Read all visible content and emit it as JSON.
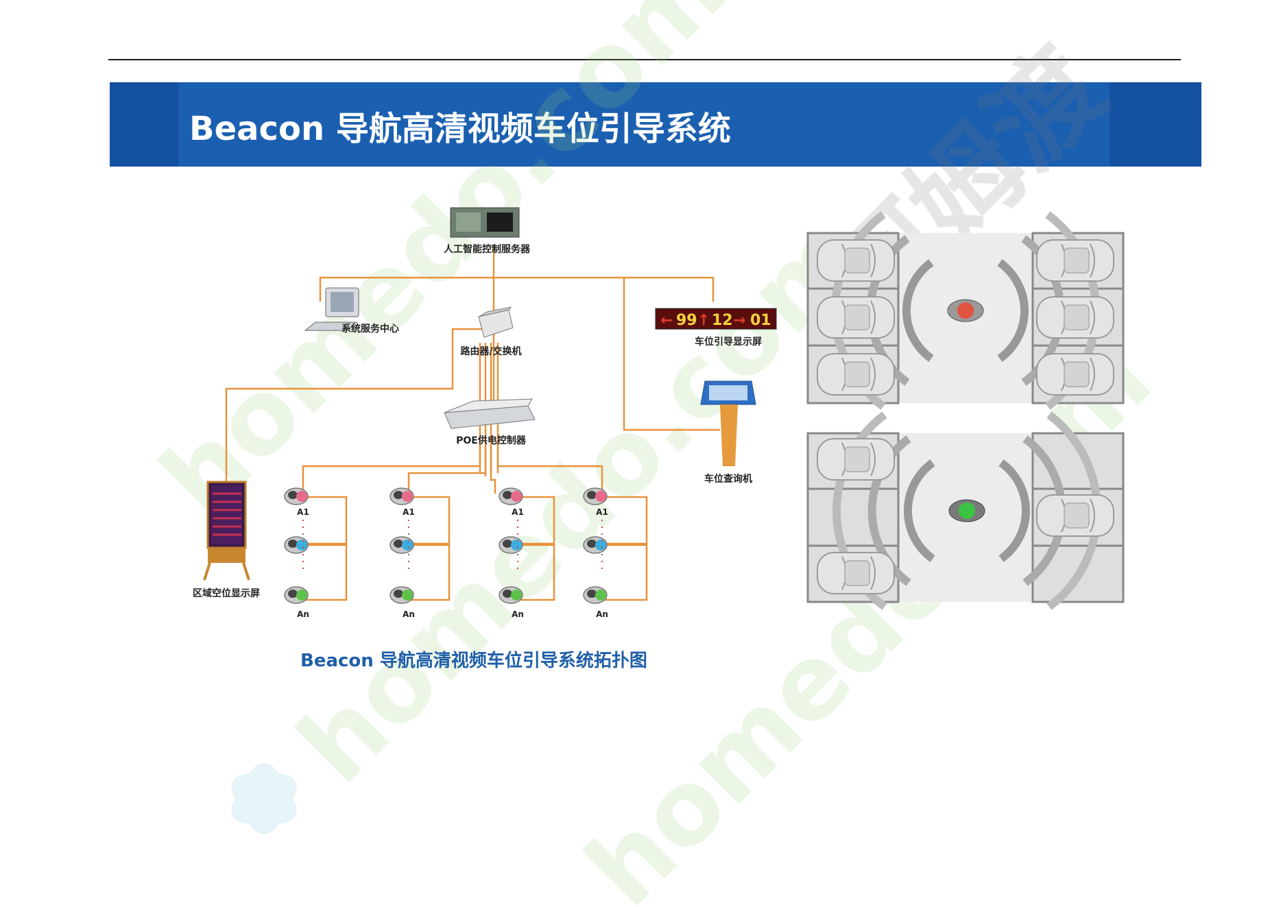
{
  "header": {
    "title": "Beacon 导航高清视频车位引导系统"
  },
  "diagram": {
    "caption": "Beacon 导航高清视频车位引导系统拓扑图",
    "nodes": {
      "ai_server": "人工智能控制服务器",
      "service_center": "系统服务中心",
      "router": "路由器/交换机",
      "poe": "POE供电控制器",
      "guide_screen": "车位引导显示屏",
      "kiosk": "车位查询机",
      "zone_screen": "区域空位显示屏"
    },
    "led": {
      "left": "99",
      "up": "12",
      "right": "01"
    },
    "camera_top_label": "A1",
    "camera_bottom_label": "An"
  },
  "colors": {
    "banner": "#1b5fb0",
    "wire": "#e8913a",
    "caption": "#1f5fa8",
    "led_bg": "#5a0d0d",
    "led_text": "#f4d23c"
  },
  "watermark": {
    "text": "homedo.com",
    "cn_text": "河姆渡"
  }
}
